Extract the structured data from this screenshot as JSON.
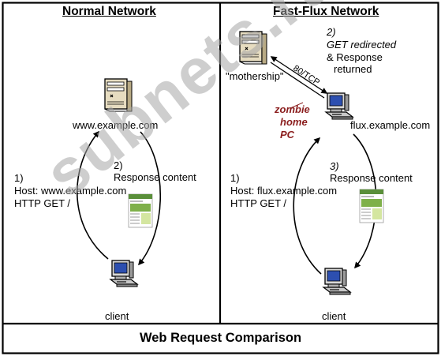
{
  "normal": {
    "title": "Normal Network",
    "server_label": "www.example.com",
    "step1_num": "1)",
    "step1_line1": "Host: www.example.com",
    "step1_line2": "HTTP GET /",
    "step2_num": "2)",
    "step2_text": "Response content",
    "client_label": "client"
  },
  "fastflux": {
    "title": "Fast-Flux Network",
    "mothership_label": "\"mothership\"",
    "port_label": "80/TCP",
    "step2_num": "2)",
    "step2_line1": "GET redirected",
    "step2_line2": "& Response",
    "step2_line3": "returned",
    "zombie_line1": "zombie",
    "zombie_line2": "home",
    "zombie_line3": "PC",
    "flux_label": "flux.example.com",
    "step3_num": "3)",
    "step3_text": "Response content",
    "step1_num": "1)",
    "step1_line1": "Host: flux.example.com",
    "step1_line2": "HTTP GET /",
    "client_label": "client"
  },
  "footer": "Web Request Comparison",
  "watermark": "subnets.ru",
  "icons": {
    "server": "server-tower-icon",
    "client": "desktop-computer-icon",
    "webpage": "webpage-thumbnail-icon"
  }
}
